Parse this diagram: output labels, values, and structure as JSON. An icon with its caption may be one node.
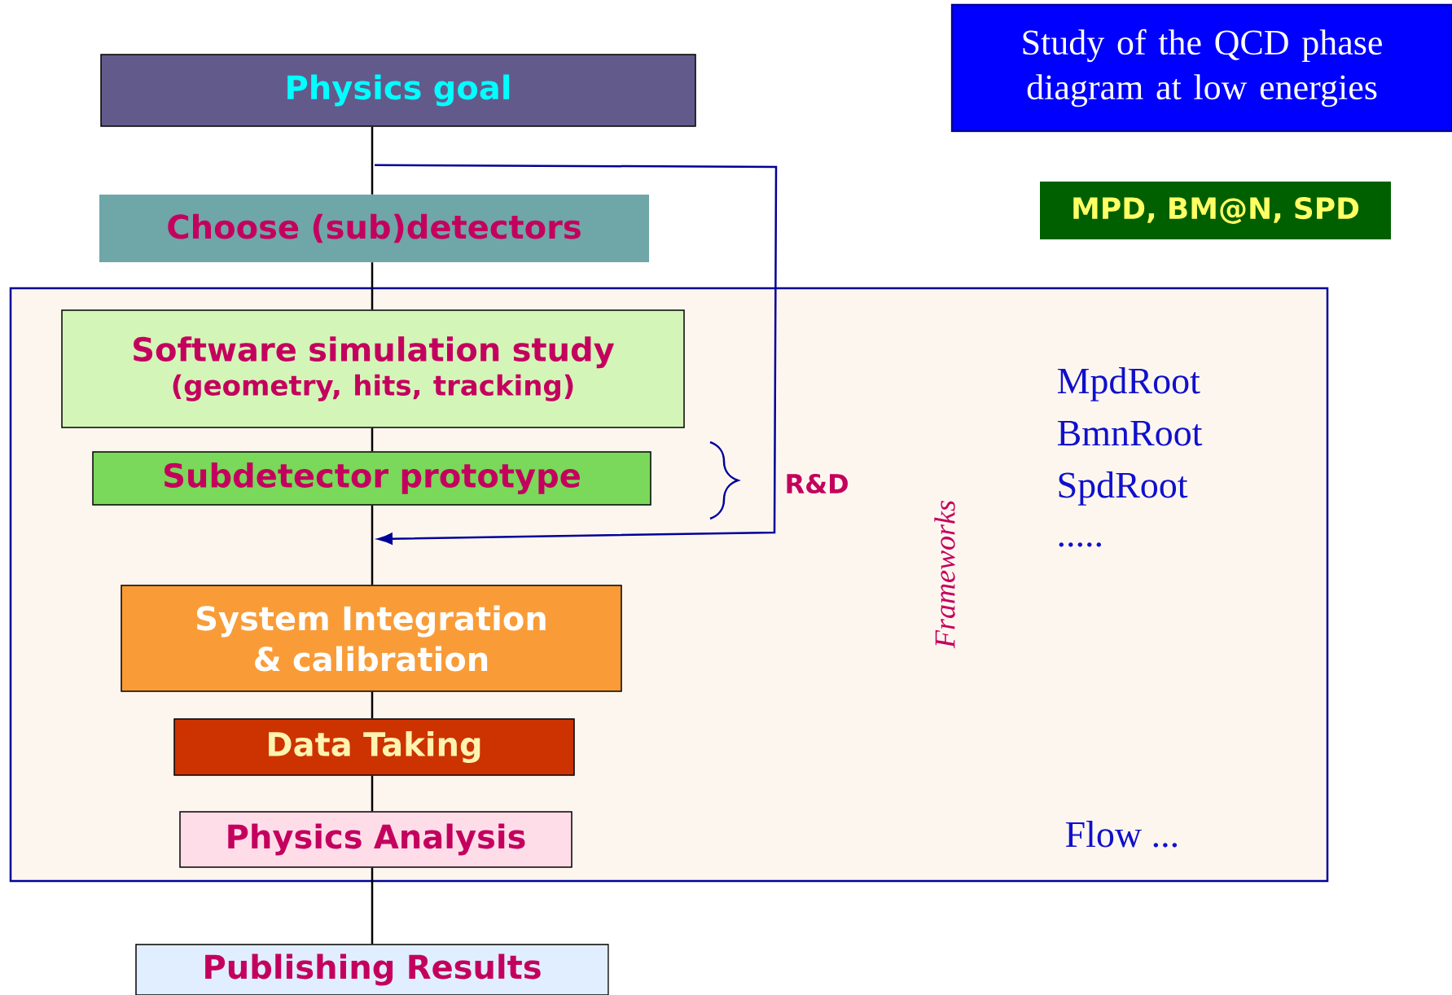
{
  "diagram": {
    "nodes": [
      {
        "text": [
          "Physics goal"
        ]
      },
      {
        "text": [
          "Choose (sub)detectors"
        ]
      },
      {
        "text": [],
        "shape": "box"
      },
      {
        "text": [
          "Software simulation study",
          "(geometry, hits, tracking)"
        ],
        "in": 2
      },
      {
        "text": [
          "Subdetector prototype"
        ],
        "in": 2
      },
      {
        "text": [
          "System Integration & calibration"
        ],
        "in": 2
      },
      {
        "text": [
          "Data Taking"
        ],
        "in": 2
      },
      {
        "text": [
          "Physics Analysis"
        ],
        "in": 2
      },
      {
        "text": [
          "Publishing  Results"
        ]
      },
      {
        "text": [
          "Study of the QCD phase diagram  at low energies"
        ]
      },
      {
        "text": [
          "MPD, BM@N, SPD"
        ]
      }
    ],
    "edges": [
      {
        "from": 0,
        "to": 1,
        "arrow": "none"
      },
      {
        "from": 1,
        "to": 3,
        "arrow": "none"
      },
      {
        "from": 3,
        "to": 4,
        "arrow": "none"
      },
      {
        "from": 4,
        "to": 5,
        "arrow": "none"
      },
      {
        "from": 5,
        "to": 6,
        "arrow": "none"
      },
      {
        "from": 6,
        "to": 7,
        "arrow": "none"
      },
      {
        "from": 7,
        "to": 8,
        "arrow": "none"
      },
      {
        "from": 0,
        "to": null,
        "arrow": "to",
        "color": "#000099"
      }
    ],
    "labels": [
      "R&D",
      "Frameworks",
      "MpdRoot",
      "BmnRoot",
      "SpdRoot",
      ".....",
      "Flow ..."
    ]
  }
}
